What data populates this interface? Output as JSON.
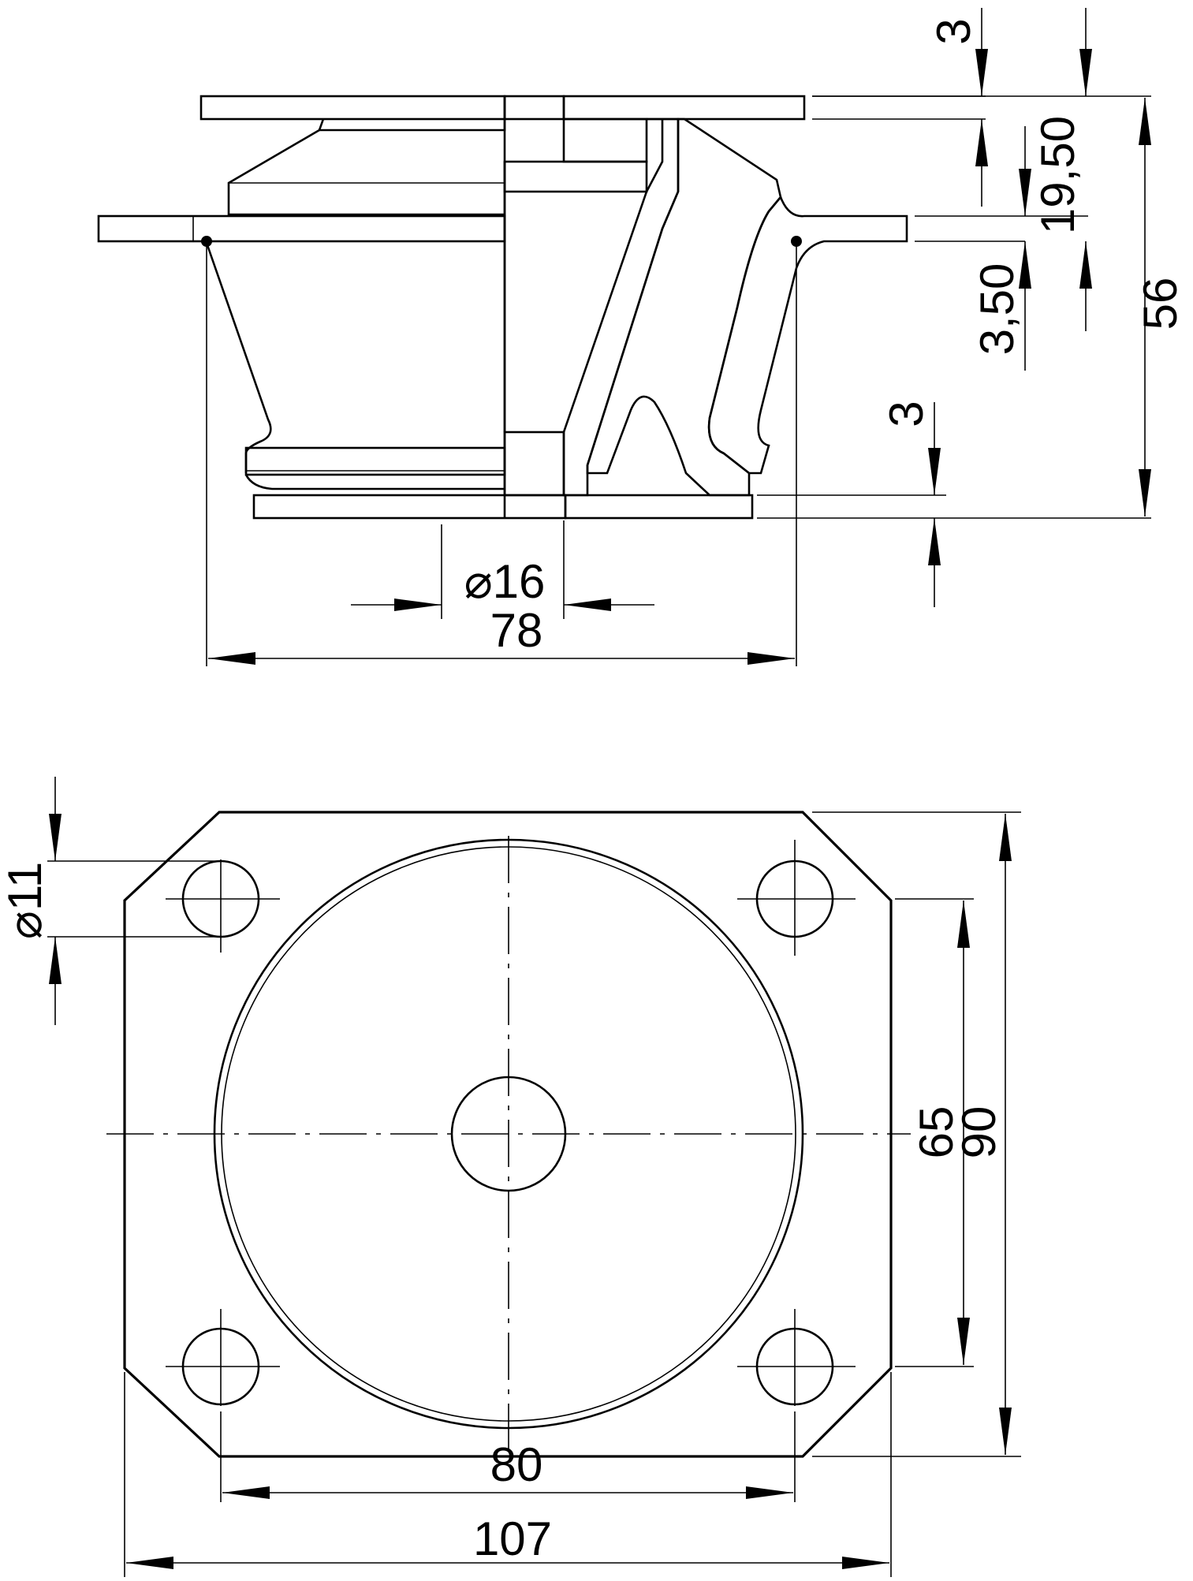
{
  "drawing": {
    "section_view": {
      "dimensions": {
        "top_plate_thickness": "3",
        "flange_height": "19,50",
        "flange_thickness": "3,50",
        "bottom_plate_thickness": "3",
        "overall_height": "56",
        "bore_diameter": "⌀16",
        "flange_width": "78"
      }
    },
    "plan_view": {
      "dimensions": {
        "hole_diameter": "⌀11",
        "hole_spacing_vertical": "65",
        "plate_height": "90",
        "hole_spacing_horizontal": "80",
        "plate_width": "107"
      }
    }
  }
}
